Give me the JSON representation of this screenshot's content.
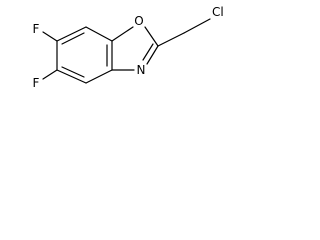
{
  "molecule": {
    "atoms": {
      "fluorine_top": "F",
      "fluorine_bottom": "F",
      "oxygen": "O",
      "nitrogen": "N",
      "chlorine": "Cl"
    }
  }
}
